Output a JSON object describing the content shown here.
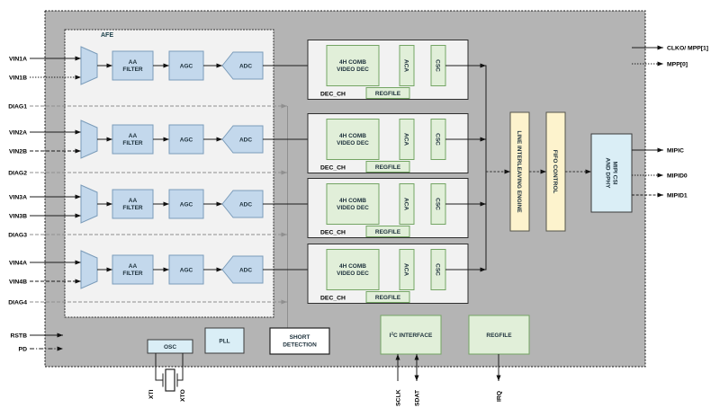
{
  "pins": {
    "left": [
      "VIN1A",
      "VIN1B",
      "DIAG1",
      "VIN2A",
      "VIN2B",
      "DIAG2",
      "VIN3A",
      "VIN3B",
      "DIAG3",
      "VIN4A",
      "VIN4B",
      "DIAG4",
      "RSTB",
      "PD"
    ],
    "top_right": [
      "CLKO/ MPP[1]",
      "MPP[0]"
    ],
    "right": [
      "MIPIC",
      "MIPID0",
      "MIPID1"
    ],
    "bottom": [
      "XTI",
      "XTO",
      "SCLK",
      "SDAT",
      "IRQ"
    ]
  },
  "blocks": {
    "afe": "AFE",
    "aa_filter": [
      "AA",
      "FILTER"
    ],
    "agc": "AGC",
    "adc": "ADC",
    "video_dec": [
      "4H COMB",
      "VIDEO DEC"
    ],
    "aca": "ACA",
    "csc": "CSC",
    "regfile": "REGFILE",
    "dec_ch": "DEC_CH",
    "engine": "LINE INTERLEAVING ENGINE",
    "fifo": "FIFO CONTROL",
    "mipi": [
      "MIPI CSI",
      "AND DPHY"
    ],
    "osc": "OSC",
    "pll": "PLL",
    "short_detection": [
      "SHORT",
      "DETECTION"
    ],
    "i2c": {
      "pre": "I",
      "sup": "2",
      "post": "C INTERFACE"
    },
    "regfile_main": "REGFILE"
  },
  "colors": {
    "chip_bg": "#b4b4b4",
    "panel_bg": "#f2f2f2",
    "analog_blue": "#c3d8ec",
    "digital_green": "#e1efd9",
    "engine_yellow": "#fdf3cd",
    "misc_lightblue": "#daeef6",
    "white": "#ffffff"
  }
}
